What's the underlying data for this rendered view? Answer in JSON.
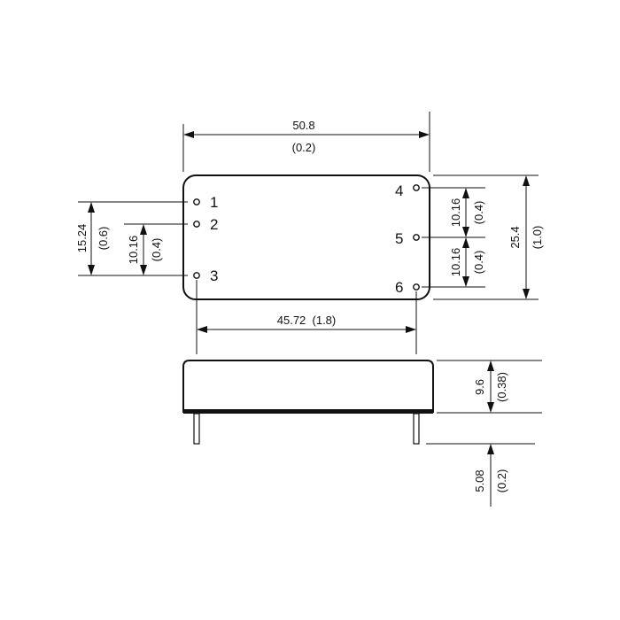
{
  "top_view": {
    "width_label": "50.8",
    "width_label_alt": "(0.2)",
    "pin_pitch_label": "45.72  (1.8)",
    "left_span_label": "15.24",
    "left_span_label_alt": "(0.6)",
    "left_pitch_label": "10.16",
    "left_pitch_label_alt": "(0.4)",
    "right_pitch_upper_label": "10.16",
    "right_pitch_upper_label_alt": "(0.4)",
    "right_pitch_lower_label": "10.16",
    "right_pitch_lower_label_alt": "(0.4)",
    "height_label": "25.4",
    "height_label_alt": "(1.0)",
    "pins": [
      "1",
      "2",
      "3",
      "4",
      "5",
      "6"
    ]
  },
  "side_view": {
    "body_height_label": "9.6",
    "body_height_label_alt": "(0.38)",
    "pin_length_label": "5.08",
    "pin_length_label_alt": "(0.2)"
  }
}
